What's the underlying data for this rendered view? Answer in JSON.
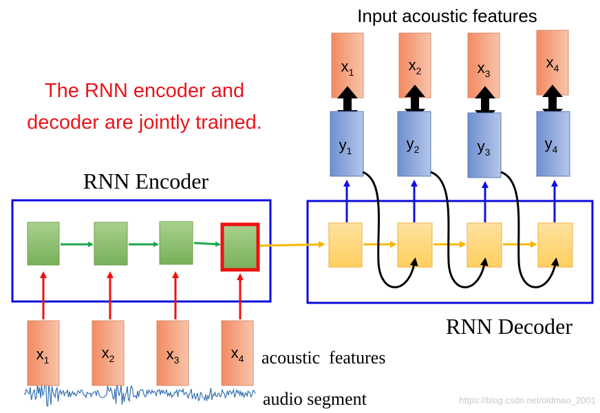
{
  "top_title": "Input acoustic features",
  "note_line1": "The RNN encoder and",
  "note_line2": "decoder are jointly trained.",
  "encoder_label": "RNN Encoder",
  "decoder_label": "RNN Decoder",
  "acoustic_label": "acoustic  features",
  "audio_label": "audio segment",
  "watermark": "https://blog.csdn.net/oldmao_2001",
  "targets": [
    {
      "base": "x",
      "sub": "1"
    },
    {
      "base": "x",
      "sub": "2"
    },
    {
      "base": "x",
      "sub": "3"
    },
    {
      "base": "x",
      "sub": "4"
    }
  ],
  "outputs": [
    {
      "base": "y",
      "sub": "1"
    },
    {
      "base": "y",
      "sub": "2"
    },
    {
      "base": "y",
      "sub": "3"
    },
    {
      "base": "y",
      "sub": "4"
    }
  ],
  "inputs": [
    {
      "base": "x",
      "sub": "1"
    },
    {
      "base": "x",
      "sub": "2"
    },
    {
      "base": "x",
      "sub": "3"
    },
    {
      "base": "x",
      "sub": "4"
    }
  ],
  "colors": {
    "note": "#e8141b",
    "box_border": "#0a0adc",
    "orange_box": "#f4a582",
    "blue_box": "#8ea9db",
    "encoder_cell": "#93c47d",
    "decoder_cell": "#ffd580",
    "green_arrow": "#1aa64a",
    "red_arrow": "#ee1111",
    "yellow_arrow": "#f5b800",
    "up_arrow": "#1010e0",
    "highlight": "#ee1111",
    "waveform": "#2f6fb0"
  }
}
